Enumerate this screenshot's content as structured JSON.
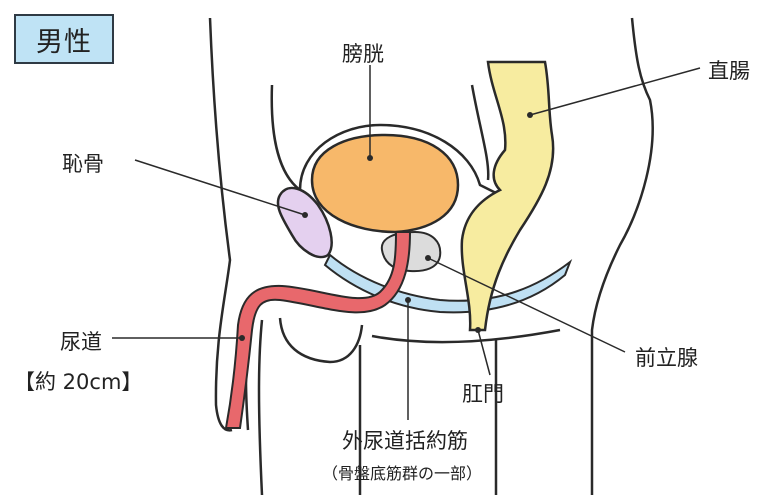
{
  "title": "男性",
  "labels": {
    "bladder": "膀胱",
    "rectum": "直腸",
    "pubic_bone": "恥骨",
    "urethra": "尿道",
    "urethra_length": "【約 20cm】",
    "prostate": "前立腺",
    "anus": "肛門",
    "external_sphincter": "外尿道括約筋",
    "external_sphincter_note": "（骨盤底筋群の一部）"
  },
  "colors": {
    "title_bg": "#bfe3f5",
    "bladder": "#f7b86a",
    "rectum": "#f7eca0",
    "pubic_bone": "#e4d0ef",
    "urethra": "#e8686c",
    "prostate": "#dcdcdc",
    "pelvic_floor": "#bfe0f3",
    "outline": "#2a2a2a"
  }
}
